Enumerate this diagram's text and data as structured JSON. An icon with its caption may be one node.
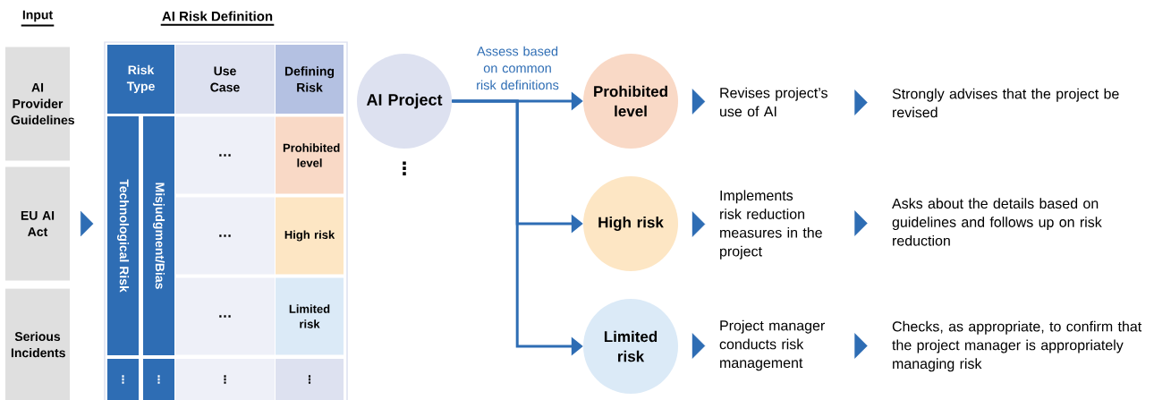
{
  "diagram": {
    "nodes": [
      {
        "text": [
          "AI Provider Guidelines"
        ]
      },
      {
        "text": [
          "EU AI Act"
        ]
      },
      {
        "text": [
          "Serious Incidents"
        ]
      },
      {
        "text": [
          "AI Risk Definition"
        ]
      },
      {
        "text": [
          "Risk Type"
        ],
        "in": 3
      },
      {
        "text": [
          "Use Case"
        ],
        "in": 3
      },
      {
        "text": [
          "Defining Risk"
        ],
        "in": 3
      },
      {
        "text": [
          "Technological Risk"
        ],
        "in": 3
      },
      {
        "text": [
          "Misjudgment/Bias"
        ],
        "in": 3
      },
      {
        "text": [
          "…"
        ],
        "in": 3
      },
      {
        "text": [
          "Prohibited level"
        ],
        "in": 3
      },
      {
        "text": [
          "…"
        ],
        "in": 3
      },
      {
        "text": [
          "High risk"
        ],
        "in": 3
      },
      {
        "text": [
          "…"
        ],
        "in": 3
      },
      {
        "text": [
          "Limited risk"
        ],
        "in": 3
      },
      {
        "text": [
          "⋮"
        ],
        "in": 3
      },
      {
        "text": [
          "⋮"
        ],
        "in": 3
      },
      {
        "text": [
          "⋮"
        ],
        "in": 3
      },
      {
        "text": [
          "⋮"
        ],
        "in": 3
      },
      {
        "text": [
          "AI Project"
        ],
        "beside": [
          "⋮"
        ]
      },
      {
        "text": [
          "Prohibited level"
        ]
      },
      {
        "text": [
          "Revises project’s use of AI"
        ]
      },
      {
        "text": [
          "Strongly advises that the project be revised"
        ]
      },
      {
        "text": [
          "High risk"
        ]
      },
      {
        "text": [
          "Implements risk reduction measures in the project"
        ]
      },
      {
        "text": [
          "Asks about the details based on guidelines and follows up on risk reduction"
        ]
      },
      {
        "text": [
          "Limited risk"
        ]
      },
      {
        "text": [
          "Project manager conducts risk management"
        ]
      },
      {
        "text": [
          "Checks, as appropriate, to confirm that the project manager is appropriately managing risk"
        ]
      }
    ],
    "edges": [
      {
        "from": 1,
        "to": 3,
        "arrow": "to"
      },
      {
        "from": 19,
        "to": 20,
        "arrow": "to",
        "label": "Assess based on common risk definitions"
      },
      {
        "from": 19,
        "to": 23,
        "arrow": "to"
      },
      {
        "from": 19,
        "to": 26,
        "arrow": "to"
      },
      {
        "from": 20,
        "to": 21,
        "arrow": "to"
      },
      {
        "from": 21,
        "to": 22,
        "arrow": "to"
      },
      {
        "from": 23,
        "to": 24,
        "arrow": "to"
      },
      {
        "from": 24,
        "to": 25,
        "arrow": "to"
      },
      {
        "from": 26,
        "to": 27,
        "arrow": "to"
      },
      {
        "from": 27,
        "to": 28,
        "arrow": "to"
      }
    ],
    "labels": [
      "Input"
    ]
  }
}
